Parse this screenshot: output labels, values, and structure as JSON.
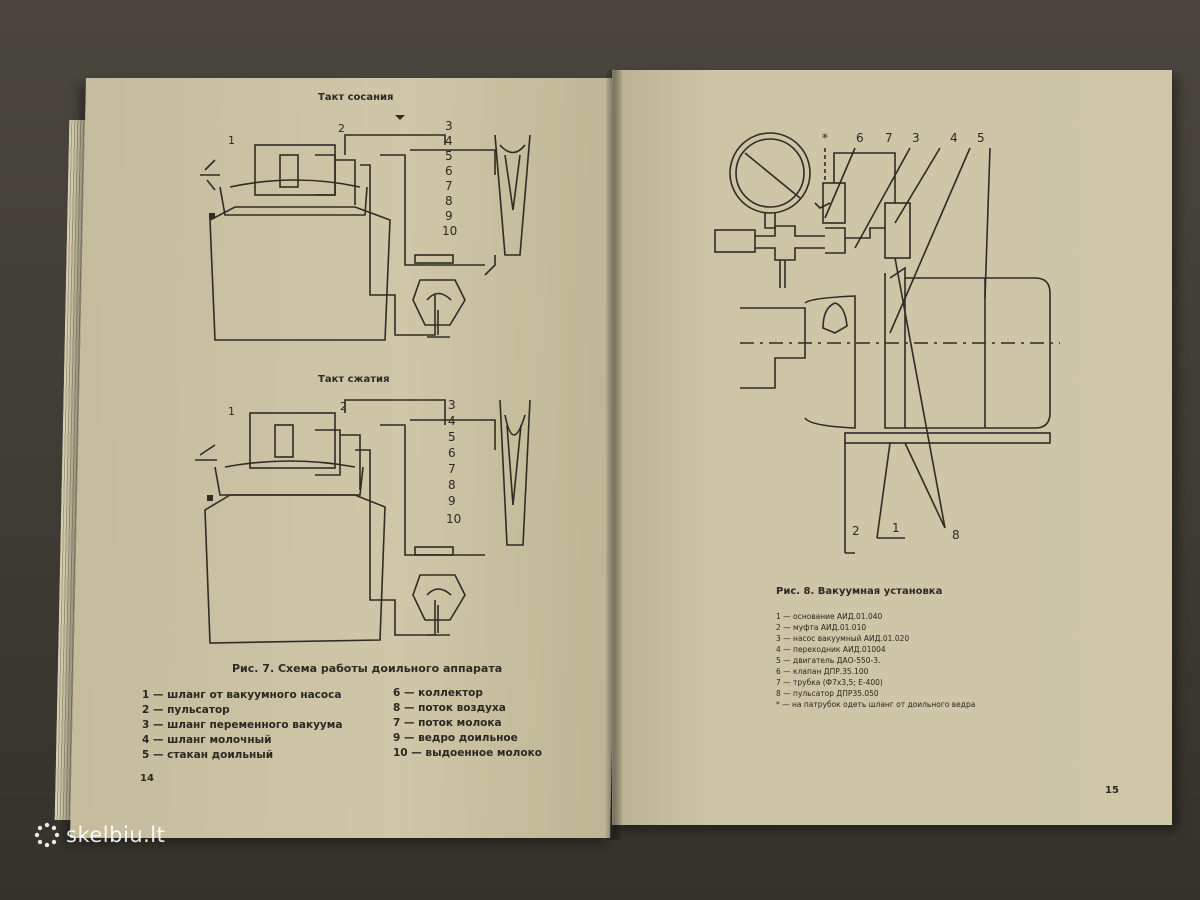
{
  "left_page": {
    "diagram_top_title": "Такт сосания",
    "diagram_bottom_title": "Такт сжатия",
    "callouts_top": [
      "1",
      "2",
      "3",
      "4",
      "5",
      "6",
      "7",
      "8",
      "9",
      "10"
    ],
    "callouts_bottom": [
      "1",
      "2",
      "3",
      "4",
      "5",
      "6",
      "7",
      "8",
      "9",
      "10"
    ],
    "caption": "Рис. 7. Схема работы доильного аппарата",
    "legend_col1": [
      "1 — шланг от вакуумного насоса",
      "2 — пульсатор",
      "3 — шланг переменного вакуума",
      "4 — шланг молочный",
      "5 — стакан доильный"
    ],
    "legend_col2": [
      "6 — коллектор",
      "8 — поток воздуха",
      "7 — поток молока",
      "9 — ведро доильное",
      "10 — выдоенное молоко"
    ],
    "page_number": "14"
  },
  "right_page": {
    "callouts": [
      "*",
      "6",
      "7",
      "3",
      "4",
      "5",
      "2",
      "1",
      "8"
    ],
    "caption": "Рис. 8. Вакуумная установка",
    "legend": [
      "1 — основание АИД.01.040",
      "2 — муфта АИД.01.010",
      "3 — насос вакуумный АИД.01.020",
      "4 — переходник АИД.01004",
      "5 — двигатель ДАО-550-3.",
      "6 — клапан ДПР.35.100",
      "7 — трубка (Ф7х3,5; Е-400)",
      "8 — пульсатор ДПР35.050",
      "* — на патрубок одеть шланг от доильного ведра"
    ],
    "page_number": "15"
  },
  "watermark": {
    "text": "skelbiu.lt"
  },
  "colors": {
    "paper": "#cdc5a6",
    "ink": "#2c2a24",
    "background": "#3b3832"
  }
}
